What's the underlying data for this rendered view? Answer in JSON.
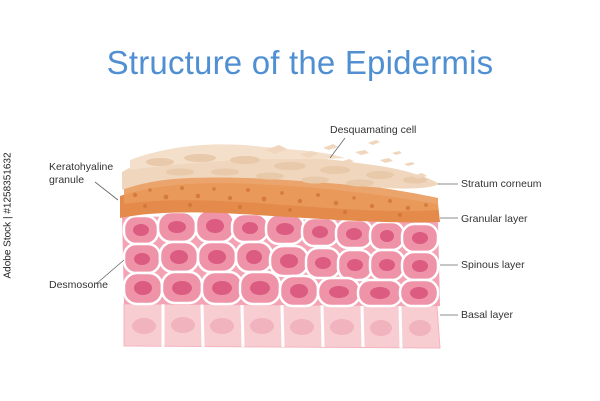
{
  "title": "Structure of the Epidermis",
  "labels": {
    "desquamating_cell": "Desquamating cell",
    "keratohyaline_granule_line1": "Keratohyaline",
    "keratohyaline_granule_line2": "granule",
    "stratum_corneum": "Stratum corneum",
    "granular_layer": "Granular layer",
    "spinous_layer": "Spinous layer",
    "desmosome": "Desmosome",
    "basal_layer": "Basal layer"
  },
  "side_id": "Adobe Stock | #1258351632",
  "colors": {
    "title": "#4f8fd2",
    "corneum": "#efd6bd",
    "granular": "#e28a4a",
    "spinous_cell": "#ef93a8",
    "spinous_nucleus": "#dc5b80",
    "basal_cell": "#f8cdd2",
    "basal_nucleus": "#f1b3bd"
  }
}
